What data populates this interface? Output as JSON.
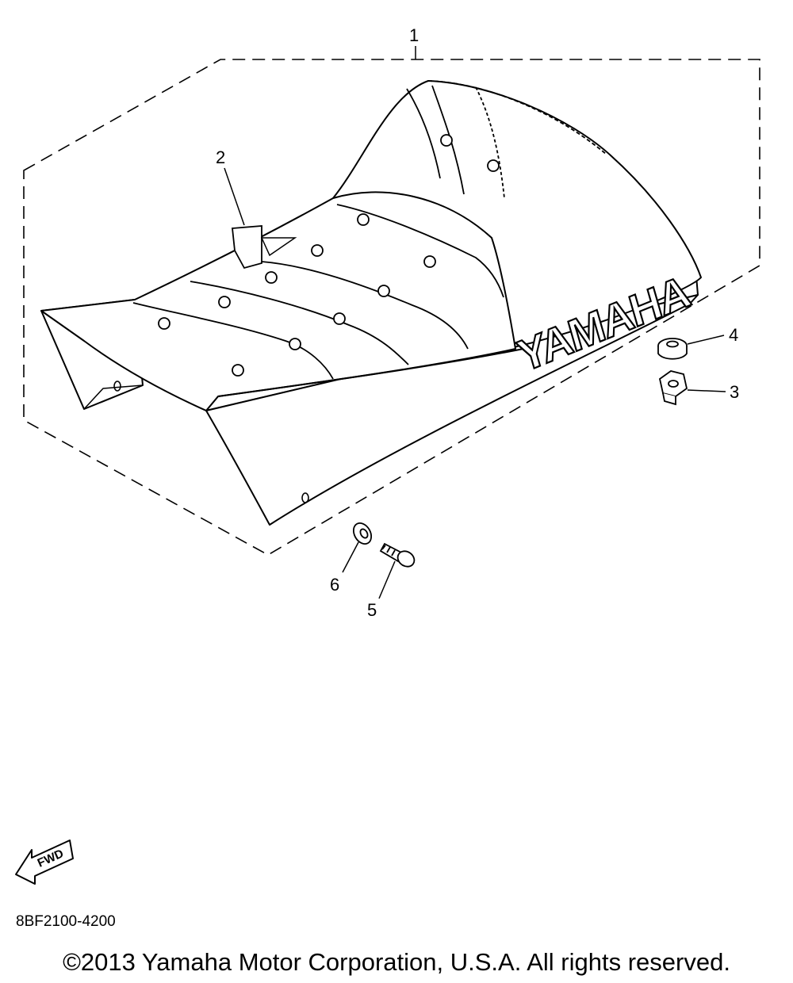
{
  "diagram": {
    "callouts": [
      {
        "id": "1",
        "label": "1"
      },
      {
        "id": "2",
        "label": "2"
      },
      {
        "id": "3",
        "label": "3"
      },
      {
        "id": "4",
        "label": "4"
      },
      {
        "id": "5",
        "label": "5"
      },
      {
        "id": "6",
        "label": "6"
      }
    ],
    "seat_logo_text": "YAMAHA",
    "fwd_label": "FWD"
  },
  "footer": {
    "diagram_code": "8BF2100-4200",
    "copyright": "©2013 Yamaha Motor Corporation, U.S.A. All rights reserved."
  },
  "colors": {
    "line": "#000000",
    "background": "#ffffff"
  }
}
